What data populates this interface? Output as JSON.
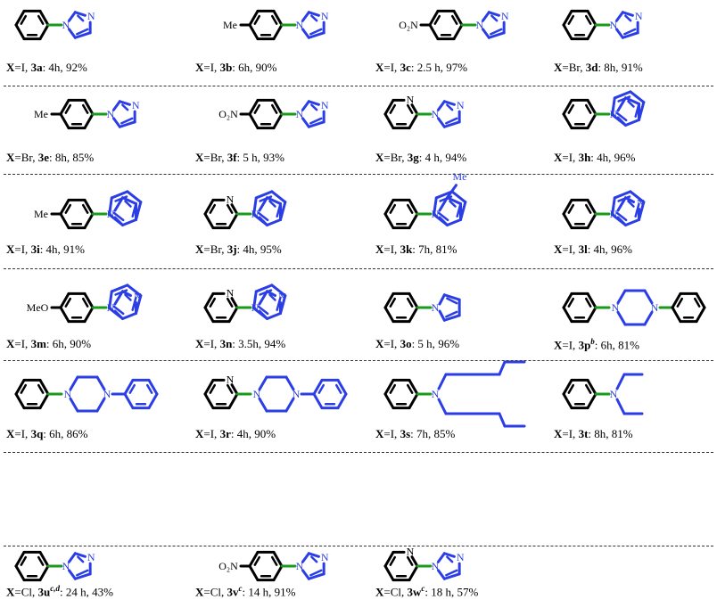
{
  "atoms": {
    "N": "N",
    "Me": "Me",
    "NO2": "O₂N",
    "MeO": "MeO"
  },
  "colors": {
    "aryl": "#000000",
    "heterocycle": "#2b3ee6",
    "bond": "#1a9a1a"
  },
  "entries": [
    {
      "x_label": "X",
      "halide": "=I, ",
      "id": "3a",
      "sup": "",
      "time": ": 4h, ",
      "yield": "92%",
      "aryl": "Ph",
      "amine": "imidazole"
    },
    {
      "x_label": "X",
      "halide": "=I, ",
      "id": "3b",
      "sup": "",
      "time": ": 6h, ",
      "yield": "90%",
      "aryl": "Tol",
      "amine": "imidazole"
    },
    {
      "x_label": "X",
      "halide": "=I, ",
      "id": "3c",
      "sup": "",
      "time": ": 2.5 h, ",
      "yield": "97%",
      "aryl": "NPh",
      "amine": "imidazole"
    },
    {
      "x_label": "X",
      "halide": "=Br, ",
      "id": "3d",
      "sup": "",
      "time": ": 8h, ",
      "yield": "91%",
      "aryl": "Ph",
      "amine": "imidazole"
    },
    {
      "x_label": "X",
      "halide": "=Br, ",
      "id": "3e",
      "sup": "",
      "time": ": 8h, ",
      "yield": "85%",
      "aryl": "Tol",
      "amine": "imidazole"
    },
    {
      "x_label": "X",
      "halide": "=Br, ",
      "id": "3f",
      "sup": "",
      "time": ": 5 h, ",
      "yield": "93%",
      "aryl": "NPh",
      "amine": "imidazole"
    },
    {
      "x_label": "X",
      "halide": "=Br, ",
      "id": "3g",
      "sup": "",
      "time": ": 4 h, ",
      "yield": "94%",
      "aryl": "Py",
      "amine": "imidazole"
    },
    {
      "x_label": "X",
      "halide": "=I, ",
      "id": "3h",
      "sup": "",
      "time": ": 4h, ",
      "yield": "96%",
      "aryl": "Ph",
      "amine": "indole"
    },
    {
      "x_label": "X",
      "halide": "=I, ",
      "id": "3i",
      "sup": "",
      "time": ": 4h, ",
      "yield": "91%",
      "aryl": "Tol",
      "amine": "indole"
    },
    {
      "x_label": "X",
      "halide": "=Br, ",
      "id": "3j",
      "sup": "",
      "time": ": 4h, ",
      "yield": "95%",
      "aryl": "Py",
      "amine": "indole"
    },
    {
      "x_label": "X",
      "halide": "=I, ",
      "id": "3k",
      "sup": "",
      "time": ": 7h, ",
      "yield": "81%",
      "aryl": "Ph",
      "amine": "methylindole"
    },
    {
      "x_label": "X",
      "halide": "=I, ",
      "id": "3l",
      "sup": "",
      "time": ": 4h, ",
      "yield": "96%",
      "aryl": "Ph",
      "amine": "benzimidazole"
    },
    {
      "x_label": "X",
      "halide": "=I, ",
      "id": "3m",
      "sup": "",
      "time": ": 6h, ",
      "yield": "90%",
      "aryl": "Anis",
      "amine": "benzimidazole"
    },
    {
      "x_label": "X",
      "halide": "=I, ",
      "id": "3n",
      "sup": "",
      "time": ": 3.5h, ",
      "yield": "94%",
      "aryl": "Py",
      "amine": "benzimidazole"
    },
    {
      "x_label": "X",
      "halide": "=I, ",
      "id": "3o",
      "sup": "",
      "time": ": 5 h, ",
      "yield": "96%",
      "aryl": "Ph",
      "amine": "pyrrole"
    },
    {
      "x_label": "X",
      "halide": "=I, ",
      "id": "3p",
      "sup": "b",
      "time": ": 6h, ",
      "yield": "81%",
      "aryl": "Ph",
      "amine": "piperazine-bis"
    },
    {
      "x_label": "X",
      "halide": "=I, ",
      "id": "3q",
      "sup": "",
      "time": ": 6h, ",
      "yield": "86%",
      "aryl": "Ph",
      "amine": "piperazine"
    },
    {
      "x_label": "X",
      "halide": "=I, ",
      "id": "3r",
      "sup": "",
      "time": ": 4h, ",
      "yield": "90%",
      "aryl": "Py",
      "amine": "piperazine"
    },
    {
      "x_label": "X",
      "halide": "=I, ",
      "id": "3s",
      "sup": "",
      "time": ": 7h, ",
      "yield": "85%",
      "aryl": "Ph",
      "amine": "dibutylamine"
    },
    {
      "x_label": "X",
      "halide": "=I, ",
      "id": "3t",
      "sup": "",
      "time": ": 8h, ",
      "yield": "81%",
      "aryl": "Ph",
      "amine": "diethylamine"
    },
    {
      "x_label": "X",
      "halide": "=Cl, ",
      "id": "3u",
      "sup": "c,d",
      "time": ": 24 h, ",
      "yield": "43%",
      "aryl": "Ph",
      "amine": "imidazole"
    },
    {
      "x_label": "X",
      "halide": "=Cl, ",
      "id": "3v",
      "sup": "c",
      "time": ": 14 h, ",
      "yield": "91%",
      "aryl": "NPh",
      "amine": "imidazole"
    },
    {
      "x_label": "X",
      "halide": "=Cl, ",
      "id": "3w",
      "sup": "c",
      "time": ": 18 h, ",
      "yield": "57%",
      "aryl": "Py",
      "amine": "imidazole"
    }
  ]
}
